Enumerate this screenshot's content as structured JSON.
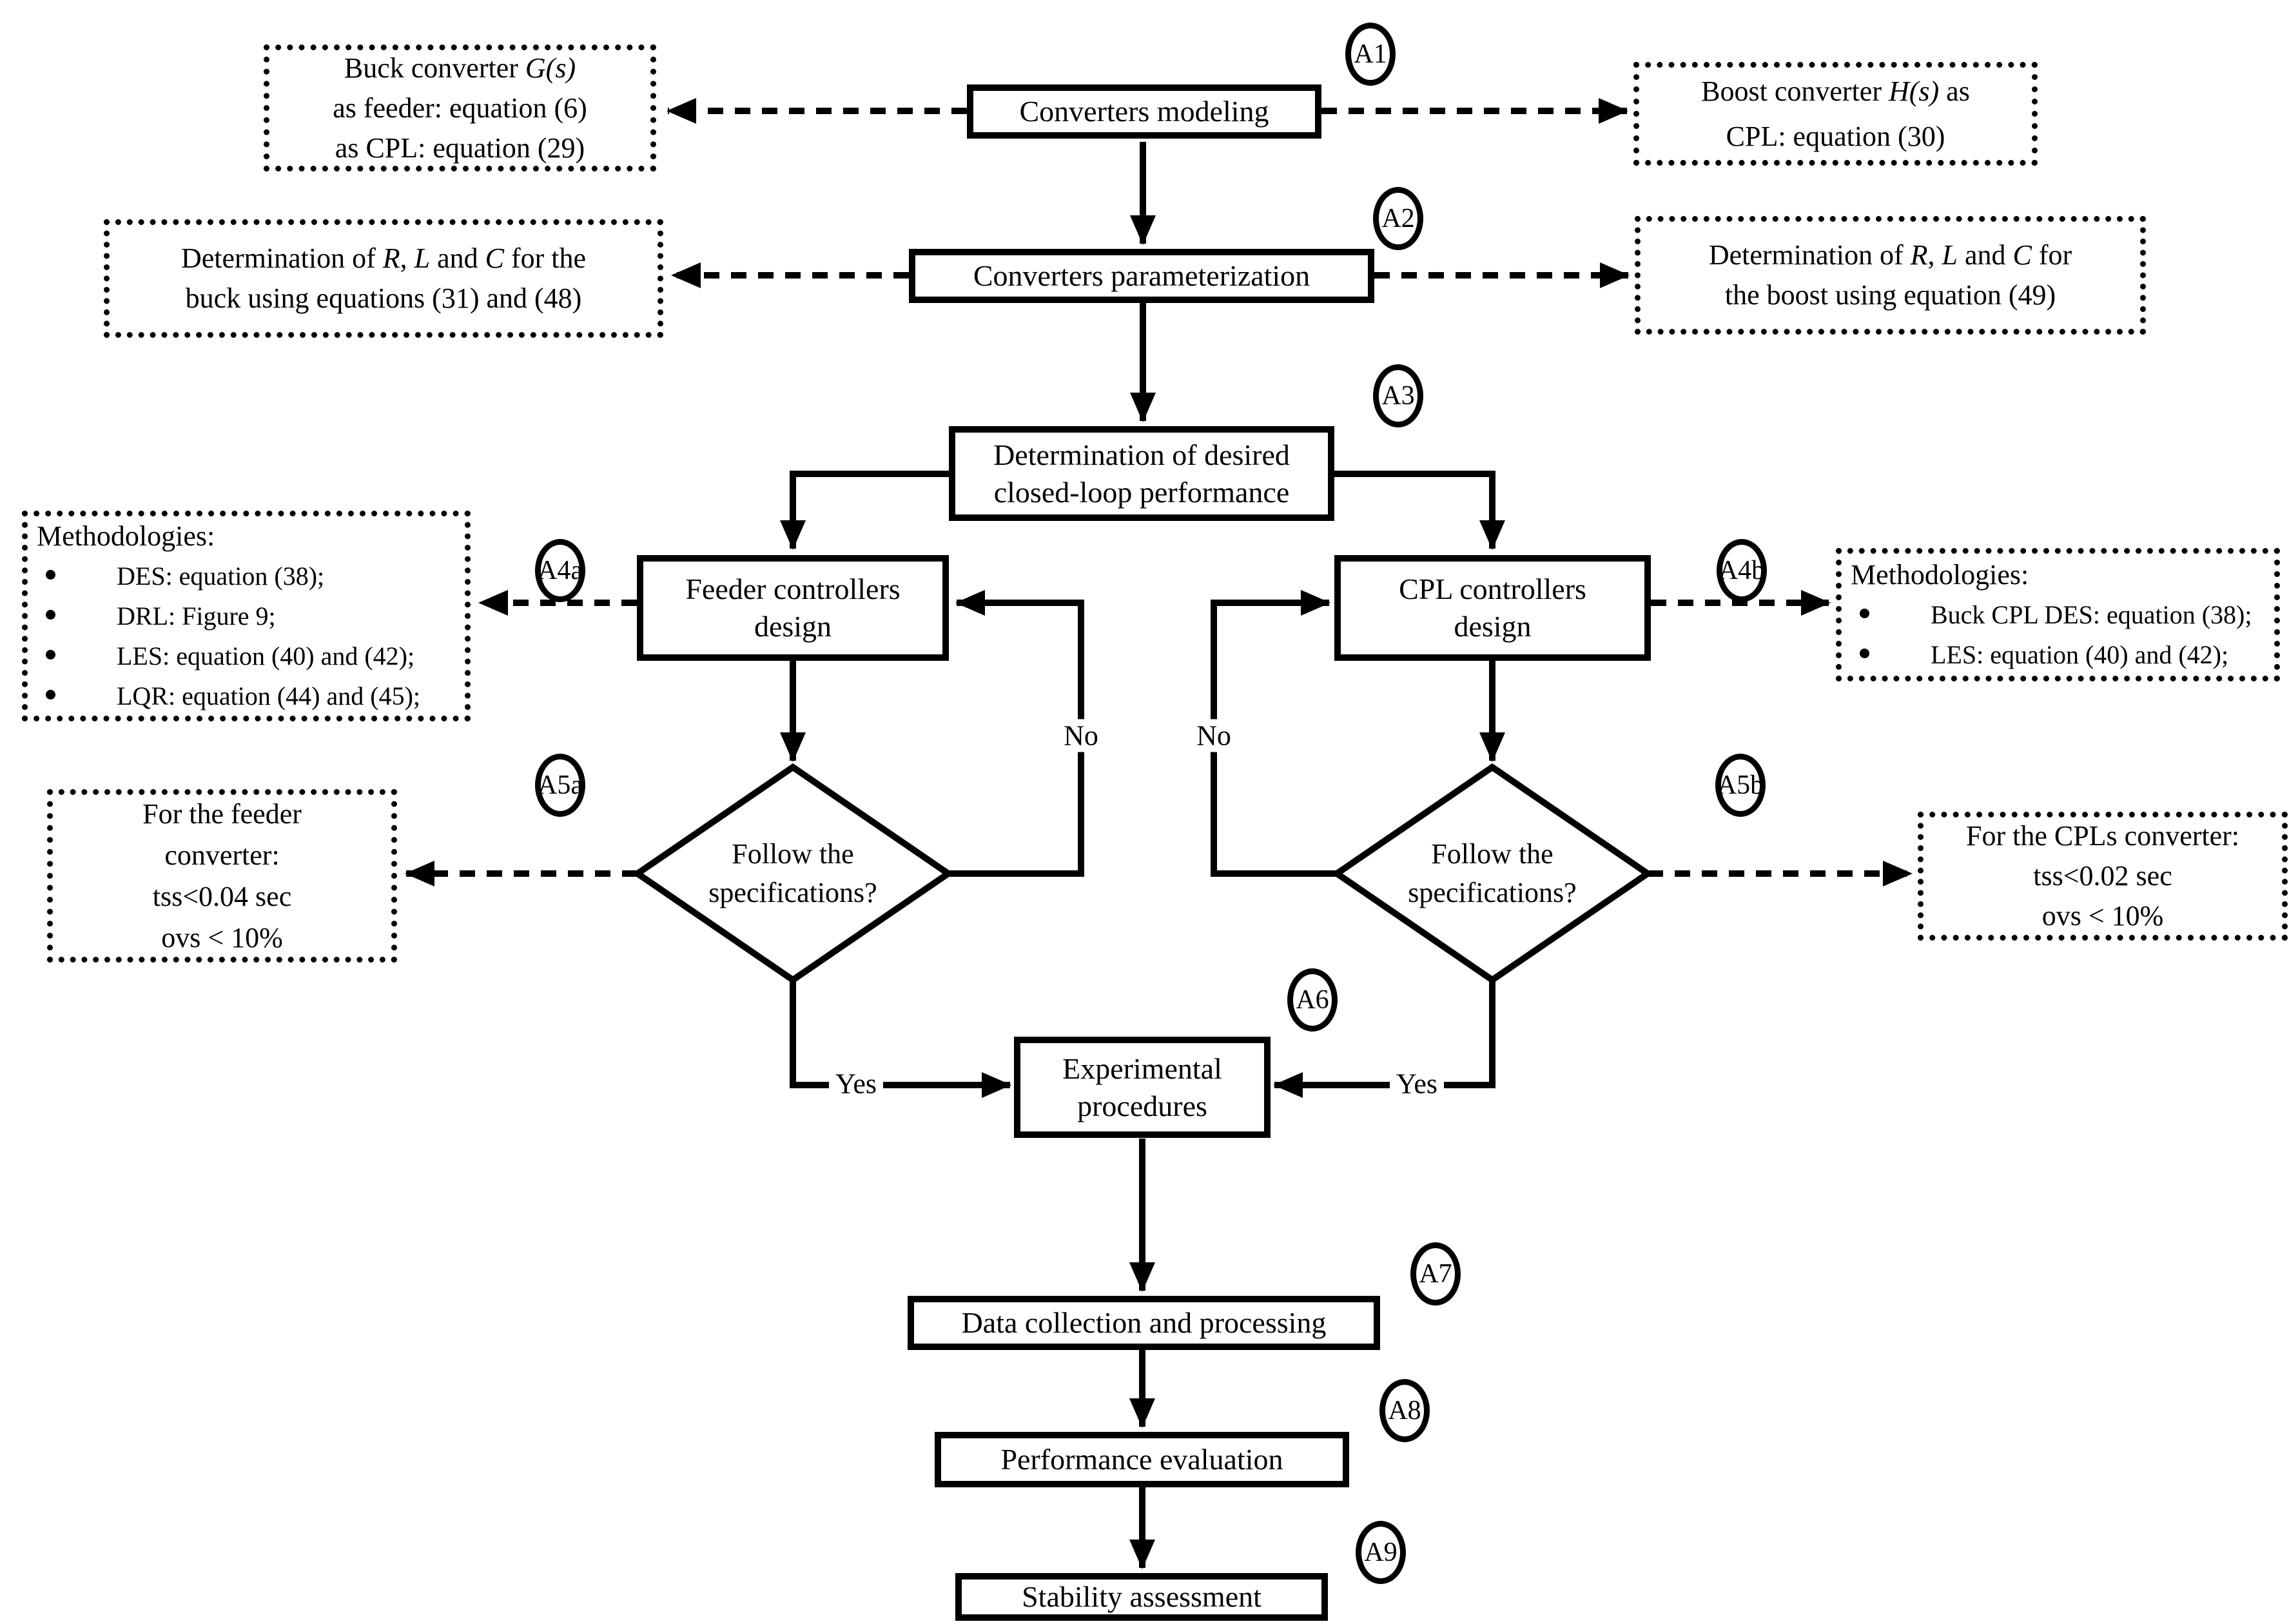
{
  "figure": {
    "background": "#ffffff",
    "line_color": "#000000"
  },
  "nodes": {
    "modeling": {
      "badge": "A1",
      "label": "Converters modeling"
    },
    "parameterization": {
      "badge": "A2",
      "label": "Converters parameterization"
    },
    "performance_spec": {
      "badge": "A3",
      "line1": "Determination of desired",
      "line2": "closed-loop performance"
    },
    "feeder_design": {
      "badge": "A4a",
      "line1": "Feeder controllers",
      "line2": "design"
    },
    "cpl_design": {
      "badge": "A4b",
      "line1": "CPL controllers",
      "line2": "design"
    },
    "feeder_check": {
      "badge": "A5a",
      "line1": "Follow the",
      "line2": "specifications?"
    },
    "cpl_check": {
      "badge": "A5b",
      "line1": "Follow the",
      "line2": "specifications?"
    },
    "experimental": {
      "badge": "A6",
      "line1": "Experimental",
      "line2": "procedures"
    },
    "data_collection": {
      "badge": "A7",
      "label": "Data collection and processing"
    },
    "performance_eval": {
      "badge": "A8",
      "label": "Performance evaluation"
    },
    "stability": {
      "badge": "A9",
      "label": "Stability assessment"
    }
  },
  "side_notes": {
    "buck_model": {
      "lines": [
        [
          {
            "t": "Buck converter "
          },
          {
            "t": "G(s)",
            "i": true
          }
        ],
        [
          {
            "t": "as feeder: equation (6)"
          }
        ],
        [
          {
            "t": "as CPL: equation (29)"
          }
        ]
      ]
    },
    "boost_model": {
      "lines": [
        [
          {
            "t": "Boost converter "
          },
          {
            "t": "H(s)",
            "i": true
          },
          {
            "t": " as"
          }
        ],
        [
          {
            "t": "CPL: equation (30)"
          }
        ]
      ]
    },
    "buck_params": {
      "lines": [
        [
          {
            "t": "Determination of "
          },
          {
            "t": "R",
            "i": true
          },
          {
            "t": ", "
          },
          {
            "t": "L",
            "i": true
          },
          {
            "t": " and "
          },
          {
            "t": "C",
            "i": true
          },
          {
            "t": " for the"
          }
        ],
        [
          {
            "t": "buck using equations (31) and (48)"
          }
        ]
      ]
    },
    "boost_params": {
      "lines": [
        [
          {
            "t": "Determination of "
          },
          {
            "t": "R",
            "i": true
          },
          {
            "t": ", "
          },
          {
            "t": "L",
            "i": true
          },
          {
            "t": " and "
          },
          {
            "t": "C",
            "i": true
          },
          {
            "t": " for"
          }
        ],
        [
          {
            "t": "the boost using equation (49)"
          }
        ]
      ]
    },
    "methodologies_feeder": {
      "title": "Methodologies:",
      "items": [
        "DES: equation (38);",
        "DRL: Figure 9;",
        "LES: equation (40) and (42);",
        "LQR: equation (44) and (45);"
      ]
    },
    "methodologies_cpl": {
      "title": "Methodologies:",
      "items": [
        "Buck CPL DES: equation (38);",
        "LES: equation (40) and (42);"
      ]
    },
    "spec_feeder": {
      "lines": [
        [
          {
            "t": "For the feeder"
          }
        ],
        [
          {
            "t": "converter:"
          }
        ],
        [
          {
            "t": "tss<0.04 sec"
          }
        ],
        [
          {
            "t": "ovs < 10%"
          }
        ]
      ]
    },
    "spec_cpl": {
      "lines": [
        [
          {
            "t": "For the CPLs converter:"
          }
        ],
        [
          {
            "t": "tss<0.02 sec"
          }
        ],
        [
          {
            "t": "ovs < 10%"
          }
        ]
      ]
    }
  },
  "edge_labels": {
    "feeder_no": "No",
    "cpl_no": "No",
    "feeder_yes": "Yes",
    "cpl_yes": "Yes"
  }
}
